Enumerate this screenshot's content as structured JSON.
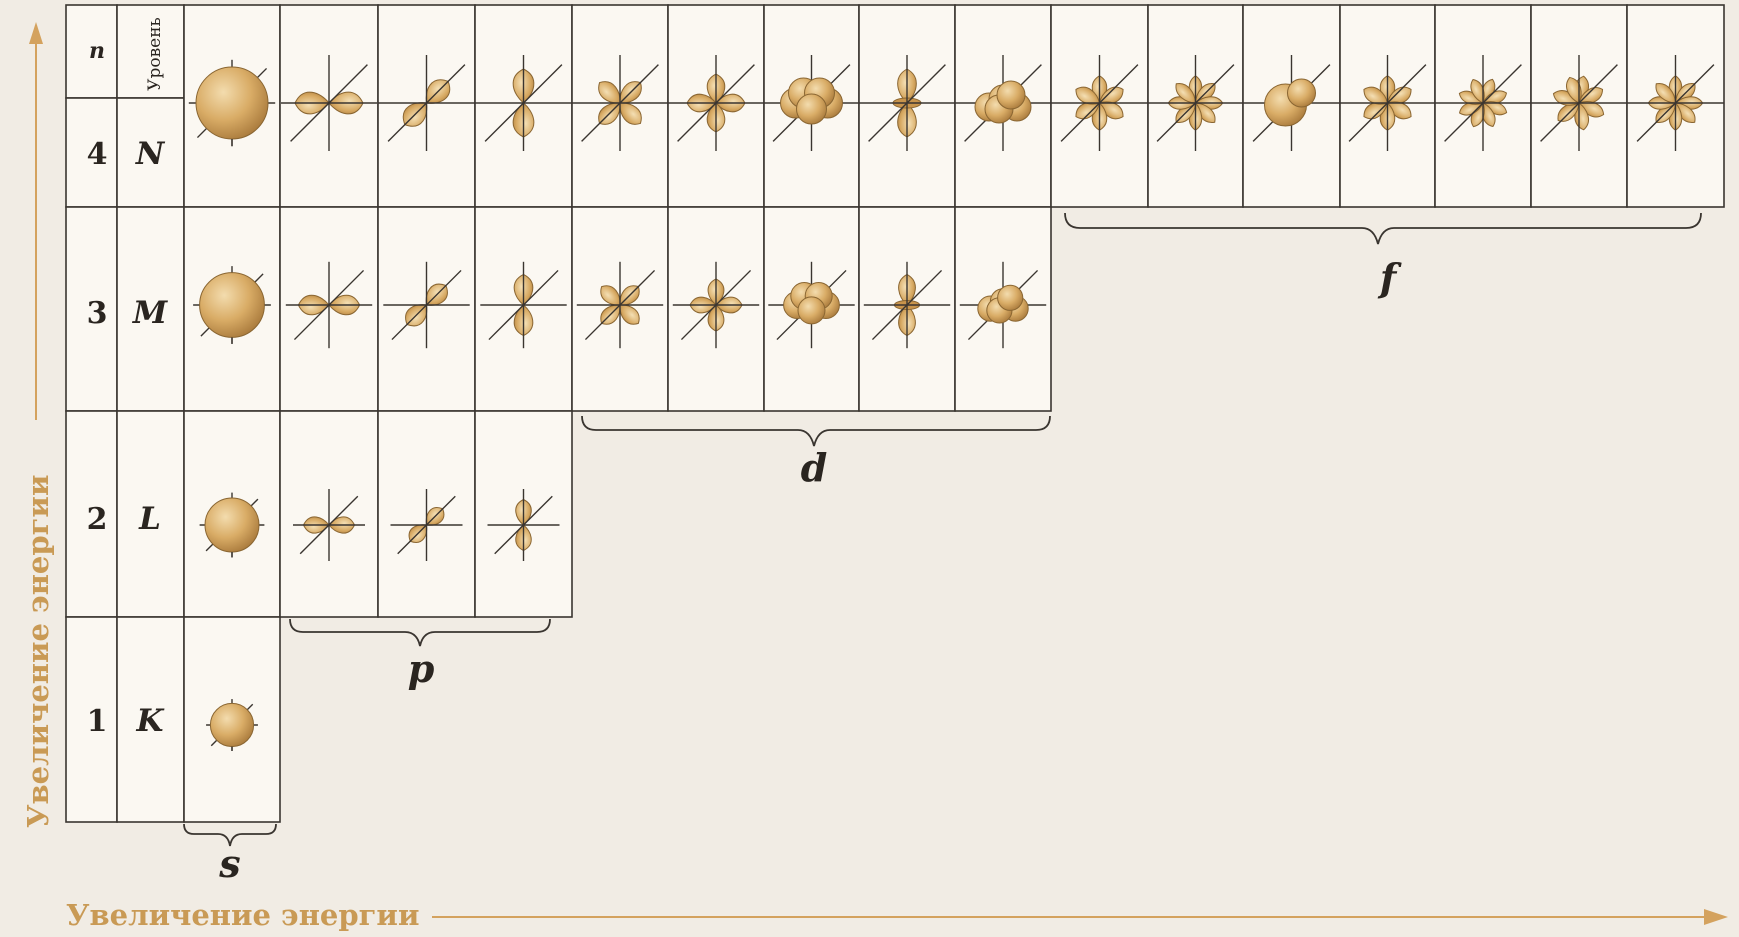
{
  "table_header": {
    "n": "n",
    "level": "Уровень"
  },
  "rows": [
    {
      "n": "4",
      "level": "N"
    },
    {
      "n": "3",
      "level": "M"
    },
    {
      "n": "2",
      "level": "L"
    },
    {
      "n": "1",
      "level": "K"
    }
  ],
  "sublevels": {
    "s": "s",
    "p": "p",
    "d": "d",
    "f": "f"
  },
  "axes": {
    "vertical": "Увеличение энергии",
    "horizontal": "Увеличение энергии"
  },
  "colors": {
    "orbital_fill": "#d9ac66",
    "orbital_edge": "#8a6632",
    "axis": "#d4a25e"
  }
}
